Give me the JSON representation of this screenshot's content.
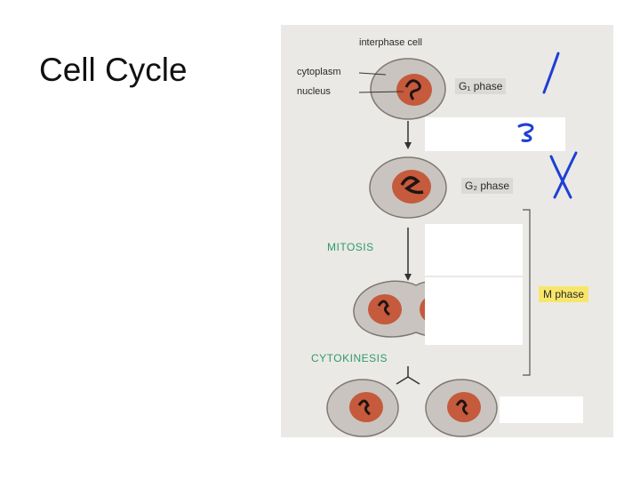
{
  "slide": {
    "title": "Cell Cycle"
  },
  "figure": {
    "top_label": "interphase cell",
    "cytoplasm_label": "cytoplasm",
    "nucleus_label": "nucleus",
    "g1_label": "G₁ phase",
    "g2_label": "G₂ phase",
    "mitosis_label": "MITOSIS",
    "cytokinesis_label": "CYTOKINESIS",
    "mphase_label": "M phase",
    "colors": {
      "cell_fill": "#c9c4bf",
      "nucleus_fill": "#c55a3c",
      "chromosome": "#1f1412",
      "mitosis_text": "#2e9a6b",
      "mphase_highlight": "#f7e66a",
      "ink": "#1d3fd6"
    }
  },
  "annotations": {
    "stroke_1": "handwritten-slash",
    "stroke_2": "handwritten-s",
    "stroke_3": "handwritten-x"
  }
}
